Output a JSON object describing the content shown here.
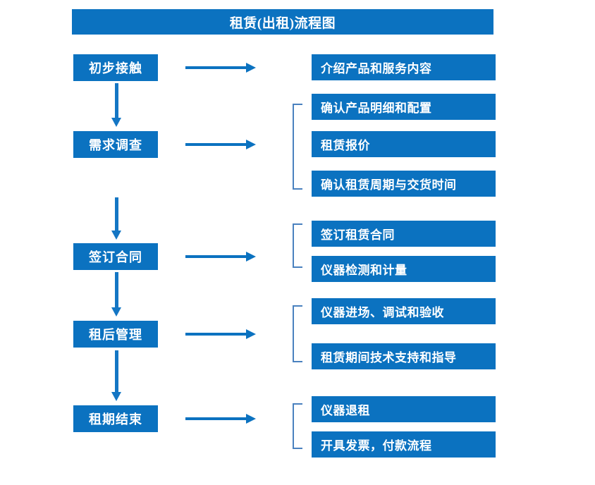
{
  "diagram": {
    "title": "租赁(出租)流程图",
    "accent_color": "#0B72C0",
    "bracket_color": "#4A81BF",
    "stages": [
      {
        "label": "初步接触"
      },
      {
        "label": "需求调查"
      },
      {
        "label": "签订合同"
      },
      {
        "label": "租后管理"
      },
      {
        "label": "租期结束"
      }
    ],
    "details": [
      {
        "label": "介绍产品和服务内容"
      },
      {
        "label": "确认产品明细和配置"
      },
      {
        "label": "租赁报价"
      },
      {
        "label": "确认租赁周期与交货时间"
      },
      {
        "label": "签订租赁合同"
      },
      {
        "label": "仪器检测和计量"
      },
      {
        "label": "仪器进场、调试和验收"
      },
      {
        "label": "租赁期间技术支持和指导"
      },
      {
        "label": "仪器退租"
      },
      {
        "label": "开具发票，付款流程"
      }
    ]
  }
}
